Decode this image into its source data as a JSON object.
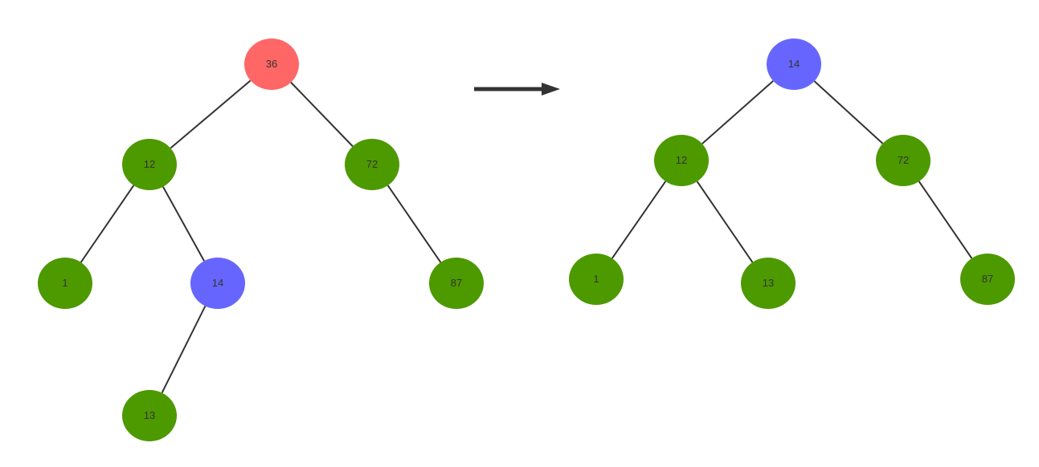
{
  "colors": {
    "default_node": "#4d9900",
    "deleted_node": "#ff6666",
    "replacement_node": "#6666ff",
    "edge": "#333333",
    "arrow": "#333333",
    "label": "#333333"
  },
  "before_tree": {
    "nodes": [
      {
        "id": "b36",
        "label": "36",
        "role": "deleted"
      },
      {
        "id": "b12",
        "label": "12",
        "role": "default"
      },
      {
        "id": "b72",
        "label": "72",
        "role": "default"
      },
      {
        "id": "b1",
        "label": "1",
        "role": "default"
      },
      {
        "id": "b14",
        "label": "14",
        "role": "replacement"
      },
      {
        "id": "b87",
        "label": "87",
        "role": "default"
      },
      {
        "id": "b13",
        "label": "13",
        "role": "default"
      }
    ],
    "edges": [
      [
        "b36",
        "b12"
      ],
      [
        "b36",
        "b72"
      ],
      [
        "b12",
        "b1"
      ],
      [
        "b12",
        "b14"
      ],
      [
        "b14",
        "b13"
      ],
      [
        "b72",
        "b87"
      ]
    ]
  },
  "after_tree": {
    "nodes": [
      {
        "id": "a14",
        "label": "14",
        "role": "replacement"
      },
      {
        "id": "a12",
        "label": "12",
        "role": "default"
      },
      {
        "id": "a72",
        "label": "72",
        "role": "default"
      },
      {
        "id": "a1",
        "label": "1",
        "role": "default"
      },
      {
        "id": "a13",
        "label": "13",
        "role": "default"
      },
      {
        "id": "a87",
        "label": "87",
        "role": "default"
      }
    ],
    "edges": [
      [
        "a14",
        "a12"
      ],
      [
        "a14",
        "a72"
      ],
      [
        "a12",
        "a1"
      ],
      [
        "a12",
        "a13"
      ],
      [
        "a72",
        "a87"
      ]
    ]
  }
}
